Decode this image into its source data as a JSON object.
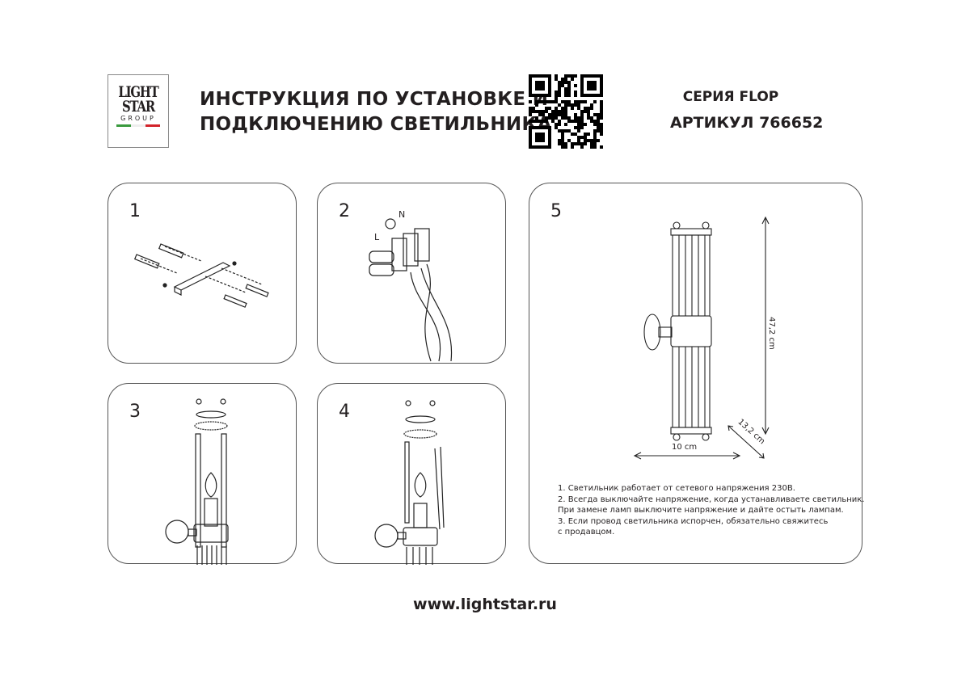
{
  "logo": {
    "line1": "LIGHT",
    "line2": "STAR",
    "line3": "GROUP",
    "flag_colors": [
      "#3a9a3e",
      "#ffffff",
      "#d2232a"
    ]
  },
  "header": {
    "title_line1": "ИНСТРУКЦИЯ ПО УСТАНОВКЕ И",
    "title_line2": "ПОДКЛЮЧЕНИЮ СВЕТИЛЬНИКА",
    "series": "СЕРИЯ FLOP",
    "article": "АРТИКУЛ 766652"
  },
  "steps": [
    {
      "number": "1"
    },
    {
      "number": "2",
      "labels": {
        "live": "L",
        "neutral": "N"
      }
    },
    {
      "number": "3"
    },
    {
      "number": "4"
    },
    {
      "number": "5"
    }
  ],
  "dimensions": {
    "height": "47,2 cm",
    "width": "10 cm",
    "depth": "13,2 cm"
  },
  "notes": [
    "1. Светильник работает от сетевого напряжения 230В.",
    "2. Всегда выключайте напряжение, когда устанавливаете светильник.",
    "При замене ламп выключите напряжение и дайте остыть лампам.",
    "3. Если провод светильника испорчен, обязательно свяжитесь",
    "с продавцом."
  ],
  "footer": {
    "url": "www.lightstar.ru"
  }
}
